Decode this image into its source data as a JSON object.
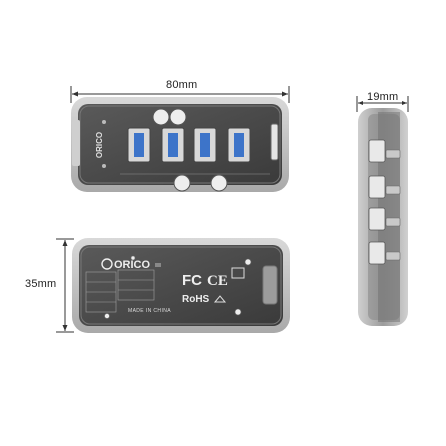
{
  "dimensions": {
    "width_top": "80mm",
    "depth_side": "19mm",
    "height_bottom": "35mm"
  },
  "top_view": {
    "brand": "ORICO",
    "usb_port_count": 4
  },
  "bottom_view": {
    "brand": "ORICO",
    "made_in": "MADE IN CHINA",
    "marks": [
      "FC",
      "CE",
      "RoHS"
    ]
  },
  "colors": {
    "usb_blue": "#3d74c9",
    "shell_gray": "#b8b8b8",
    "pcb_dark": "#4a4a4a"
  }
}
